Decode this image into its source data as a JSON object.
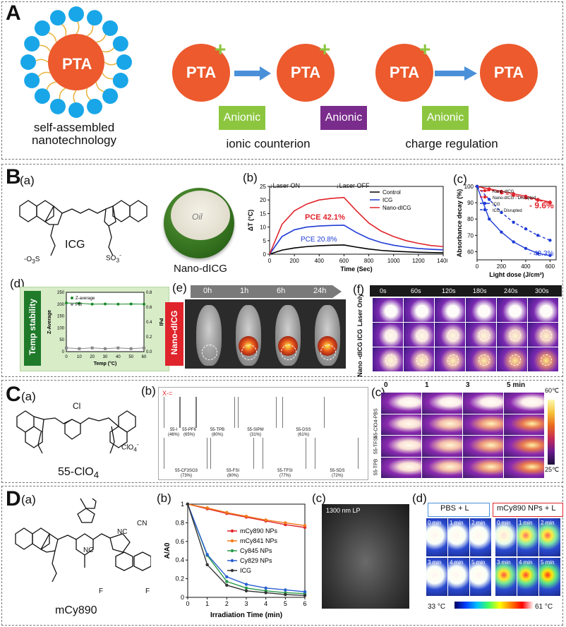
{
  "panelA": {
    "letter": "A",
    "pta_label": "PTA",
    "plus": "+",
    "anionic": "Anionic",
    "caption_left": "self-assembled nanotechnology",
    "caption_mid": "ionic counterion",
    "caption_right": "charge regulation",
    "colors": {
      "pta": "#ec5a2d",
      "shell": "#19a6e8",
      "anion_green": "#8cc63f",
      "anion_purple": "#7a2c8c",
      "arrow": "#4a90d9"
    }
  },
  "panelB": {
    "letter": "B",
    "a_label": "(a)",
    "icg_label": "ICG",
    "nano_label": "Nano-dICG",
    "oil_label": "Oil",
    "b_label": "(b)",
    "c_label": "(c)",
    "d_label": "(d)",
    "e_label": "(e)",
    "f_label": "(f)",
    "laser_on": "Laser ON",
    "laser_off": "Laser OFF",
    "pce1": "PCE 42.1%",
    "pce2": "PCE 20.8%",
    "decay1": "- 9.6%",
    "decay2": "- 42.3%",
    "temp_stability": "Temp stability",
    "nano_dicg_badge": "Nano-dICG",
    "e_times": [
      "0h",
      "1h",
      "6h",
      "24h"
    ],
    "f_times": [
      "0s",
      "60s",
      "120s",
      "180s",
      "240s",
      "300s"
    ],
    "f_rows": [
      "Laser Only",
      "ICG",
      "Nano -dICG"
    ]
  },
  "panelC": {
    "letter": "C",
    "a_label": "(a)",
    "b_label": "(b)",
    "c_label": "(c)",
    "compound": "55-ClO4",
    "cl": "Cl",
    "clo4": "ClO4-",
    "x_label": "X-=",
    "salts": [
      {
        "name": "55-I",
        "pct": "(46%)"
      },
      {
        "name": "55-PF6",
        "pct": "(65%)"
      },
      {
        "name": "55-TPB",
        "pct": "(80%)"
      },
      {
        "name": "55-SIPM",
        "pct": "(31%)"
      },
      {
        "name": "55-DSS",
        "pct": "(61%)"
      },
      {
        "name": "55-CF3SO3",
        "pct": "(73%)"
      },
      {
        "name": "55-FSI",
        "pct": "(80%)"
      },
      {
        "name": "55-TFSI",
        "pct": "(77%)"
      },
      {
        "name": "55-SDS",
        "pct": "(72%)"
      }
    ],
    "times": [
      "0",
      "1",
      "3",
      "5 min"
    ],
    "rows": [
      "55-ClO4-PBS",
      "55-TFSI",
      "55-TPB"
    ],
    "scale_max": "60℃",
    "scale_min": "25℃"
  },
  "panelD": {
    "letter": "D",
    "a_label": "(a)",
    "b_label": "(b)",
    "c_label": "(c)",
    "d_label": "(d)",
    "compound": "mCy890",
    "nc1": "NC",
    "cn": "CN",
    "nc2": "NC",
    "f": "F",
    "nir_label": "1300 nm LP",
    "pbs_label": "PBS + L",
    "np_label": "mCy890 NPs + L",
    "grid_times": [
      "0 min",
      "1 min",
      "2 min",
      "3 min",
      "4 min",
      "5 min"
    ],
    "scale_min": "33 °C",
    "scale_max": "61 °C"
  },
  "chart_data": [
    {
      "id": "B-b",
      "type": "line",
      "xlabel": "Time (Sec)",
      "ylabel": "ΔT (°C)",
      "xlim": [
        0,
        1400
      ],
      "ylim": [
        0,
        25
      ],
      "xticks": [
        0,
        200,
        400,
        600,
        800,
        1000,
        1200,
        1400
      ],
      "yticks": [
        0,
        5,
        10,
        15,
        20,
        25
      ],
      "series": [
        {
          "name": "Control",
          "color": "#000000",
          "x": [
            0,
            100,
            200,
            300,
            400,
            500,
            600,
            700,
            800,
            900,
            1000,
            1100,
            1200,
            1300,
            1400
          ],
          "y": [
            0,
            1.5,
            2.3,
            2.8,
            3.1,
            3.3,
            3.4,
            2.6,
            1.9,
            1.4,
            1.1,
            0.9,
            0.7,
            0.6,
            0.5
          ]
        },
        {
          "name": "ICG",
          "color": "#1f3bd6",
          "x": [
            0,
            100,
            200,
            300,
            400,
            500,
            600,
            700,
            800,
            900,
            1000,
            1100,
            1200,
            1300,
            1400
          ],
          "y": [
            0,
            6.5,
            9.0,
            10.0,
            10.4,
            10.6,
            10.7,
            8.0,
            5.8,
            4.3,
            3.3,
            2.6,
            2.1,
            1.8,
            1.6
          ]
        },
        {
          "name": "Nano-dICG",
          "color": "#e0242b",
          "x": [
            0,
            100,
            200,
            300,
            400,
            500,
            600,
            700,
            800,
            900,
            1000,
            1100,
            1200,
            1300,
            1400
          ],
          "y": [
            0,
            11,
            16,
            18.5,
            20,
            20.6,
            20.9,
            16,
            11.5,
            8.5,
            6.5,
            5.0,
            4.0,
            3.2,
            2.8
          ]
        }
      ]
    },
    {
      "id": "B-c",
      "type": "line",
      "xlabel": "Light dose (J/cm²)",
      "ylabel": "Absorbance decay (%)",
      "xlim": [
        0,
        650
      ],
      "ylim": [
        55,
        100
      ],
      "xticks": [
        0,
        200,
        400,
        600
      ],
      "yticks": [
        60,
        70,
        80,
        90,
        100
      ],
      "series": [
        {
          "name": "Nano-dICG",
          "color": "#e0242b",
          "x": [
            0,
            100,
            200,
            300,
            400,
            500,
            600
          ],
          "y": [
            100,
            98.5,
            97,
            95.5,
            94,
            92,
            90.4
          ]
        },
        {
          "name": "Nano-dICG - Disrupted",
          "color": "#e0242b",
          "x": [
            0,
            100,
            200,
            300,
            400,
            500,
            600
          ],
          "y": [
            100,
            98,
            96,
            94.5,
            93,
            91.5,
            90
          ]
        },
        {
          "name": "ICG",
          "color": "#1f3bd6",
          "x": [
            0,
            100,
            200,
            300,
            400,
            500,
            600
          ],
          "y": [
            100,
            80,
            72,
            66,
            62,
            59,
            57.7
          ]
        },
        {
          "name": "ICG - Disrupted",
          "color": "#1f3bd6",
          "x": [
            0,
            100,
            200,
            300,
            400,
            500,
            600
          ],
          "y": [
            100,
            92,
            84,
            78,
            74,
            70,
            67
          ]
        }
      ]
    },
    {
      "id": "B-d",
      "type": "scatter",
      "xlabel": "Temp (°C)",
      "ylabel": "Z-Average",
      "ylabel2": "PdI",
      "xlim": [
        0,
        60
      ],
      "ylim": [
        0,
        250
      ],
      "ylim2": [
        0,
        0.8
      ],
      "xticks": [
        0,
        10,
        20,
        30,
        40,
        50,
        60
      ],
      "yticks": [
        0,
        50,
        100,
        150,
        200,
        250
      ],
      "yticks2": [
        0.0,
        0.2,
        0.4,
        0.6,
        0.8
      ],
      "series": [
        {
          "name": "Z-average",
          "color": "#1a8a2a",
          "x": [
            0,
            10,
            20,
            30,
            40,
            50,
            60
          ],
          "y": [
            205,
            204,
            200,
            201,
            200,
            201,
            200
          ]
        },
        {
          "name": "PdI",
          "color": "#888888",
          "x": [
            0,
            10,
            20,
            30,
            40,
            50,
            60
          ],
          "y": [
            0.05,
            0.04,
            0.05,
            0.04,
            0.05,
            0.04,
            0.05
          ]
        }
      ]
    },
    {
      "id": "D-b",
      "type": "line",
      "xlabel": "Irradiation Time (min)",
      "ylabel": "A/A0",
      "xlim": [
        0,
        6
      ],
      "ylim": [
        0,
        1.0
      ],
      "xticks": [
        0,
        1,
        2,
        3,
        4,
        5,
        6
      ],
      "yticks": [
        0.0,
        0.2,
        0.4,
        0.6,
        0.8,
        1.0
      ],
      "series": [
        {
          "name": "mCy890 NPs",
          "color": "#e0242b",
          "x": [
            0,
            1,
            2,
            3,
            4,
            5,
            6
          ],
          "y": [
            1.0,
            0.95,
            0.9,
            0.86,
            0.82,
            0.78,
            0.75
          ]
        },
        {
          "name": "mCy841 NPs",
          "color": "#f07a1a",
          "x": [
            0,
            1,
            2,
            3,
            4,
            5,
            6
          ],
          "y": [
            1.0,
            0.96,
            0.91,
            0.87,
            0.83,
            0.8,
            0.77
          ]
        },
        {
          "name": "Cy845 NPs",
          "color": "#2a9a4a",
          "x": [
            0,
            1,
            2,
            3,
            4,
            5,
            6
          ],
          "y": [
            1.0,
            0.45,
            0.17,
            0.1,
            0.07,
            0.05,
            0.04
          ]
        },
        {
          "name": "Cy829 NPs",
          "color": "#2a5fd0",
          "x": [
            0,
            1,
            2,
            3,
            4,
            5,
            6
          ],
          "y": [
            1.0,
            0.46,
            0.22,
            0.14,
            0.1,
            0.08,
            0.06
          ]
        },
        {
          "name": "ICG",
          "color": "#333333",
          "x": [
            0,
            1,
            2,
            3,
            4,
            5,
            6
          ],
          "y": [
            1.0,
            0.35,
            0.13,
            0.07,
            0.05,
            0.03,
            0.02
          ]
        }
      ]
    }
  ]
}
